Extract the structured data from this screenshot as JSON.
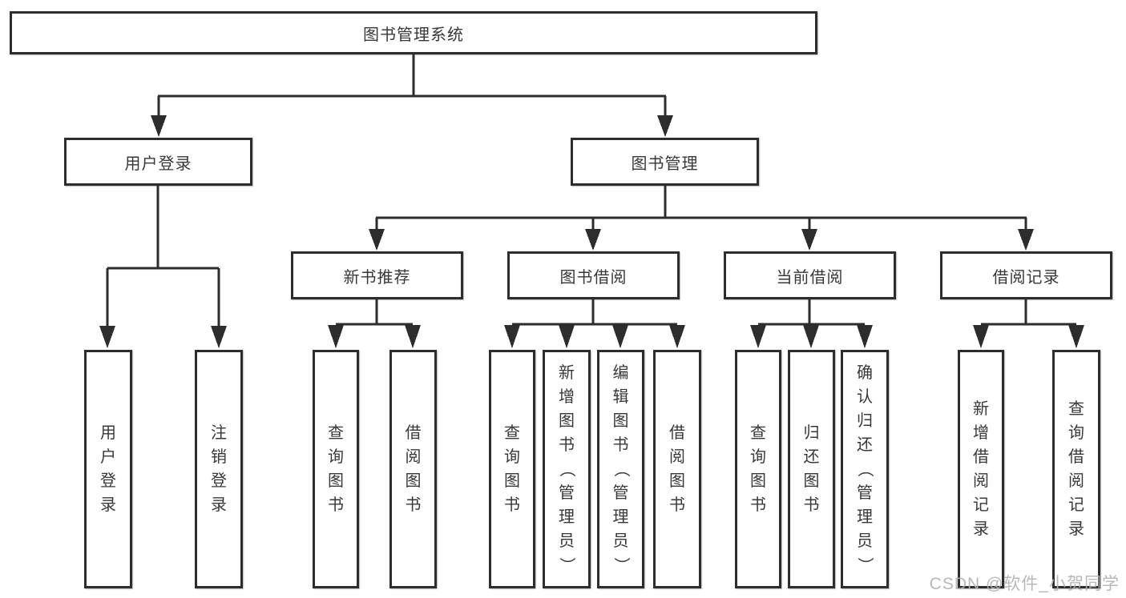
{
  "diagram": {
    "title": "图书管理系统",
    "root": {
      "label": "图书管理系统"
    },
    "level2": [
      {
        "label": "用户登录"
      },
      {
        "label": "图书管理"
      }
    ],
    "level3": [
      {
        "label": "新书推荐"
      },
      {
        "label": "图书借阅"
      },
      {
        "label": "当前借阅"
      },
      {
        "label": "借阅记录"
      }
    ],
    "leaves": [
      {
        "label": "用户登录"
      },
      {
        "label": "注销登录"
      },
      {
        "label": "查询图书"
      },
      {
        "label": "借阅图书"
      },
      {
        "label": "查询图书"
      },
      {
        "label": "新增图书（管理员）"
      },
      {
        "label": "编辑图书（管理员）"
      },
      {
        "label": "借阅图书"
      },
      {
        "label": "查询图书"
      },
      {
        "label": "归还图书"
      },
      {
        "label": "确认归还（管理员）"
      },
      {
        "label": "新增借阅记录"
      },
      {
        "label": "查询借阅记录"
      }
    ],
    "colors": {
      "line": "#2d2d2d",
      "text": "#383838",
      "background": "#ffffff",
      "watermark": "#b2b2b2"
    },
    "watermark": "CSDN @软件_小贺同学"
  }
}
